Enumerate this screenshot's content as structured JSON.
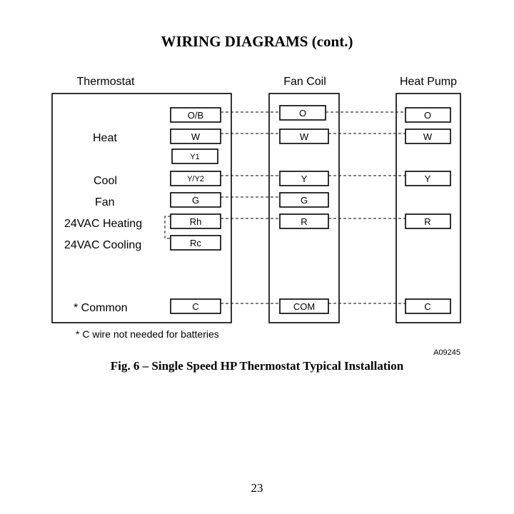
{
  "page": {
    "title": "WIRING DIAGRAMS (cont.)",
    "caption": "Fig. 6 – Single Speed HP Thermostat Typical Installation",
    "page_number": "23",
    "figure_code": "A09245",
    "footnote": "* C wire not needed for batteries"
  },
  "units": {
    "thermostat": "Thermostat",
    "fan_coil": "Fan Coil",
    "heat_pump": "Heat Pump"
  },
  "thermostat_labels": {
    "heat": "Heat",
    "cool": "Cool",
    "fan": "Fan",
    "heating_24vac": "24VAC Heating",
    "cooling_24vac": "24VAC Cooling",
    "common": "* Common"
  },
  "thermostat_terminals": {
    "ob": "O/B",
    "w": "W",
    "y1": "Y1",
    "y2": "Y/Y2",
    "g": "G",
    "rh": "Rh",
    "rc": "Rc",
    "c": "C"
  },
  "fan_coil_terminals": {
    "o": "O",
    "w": "W",
    "y": "Y",
    "g": "G",
    "r": "R",
    "com": "COM"
  },
  "heat_pump_terminals": {
    "o": "O",
    "w": "W",
    "y": "Y",
    "r": "R",
    "c": "C"
  }
}
